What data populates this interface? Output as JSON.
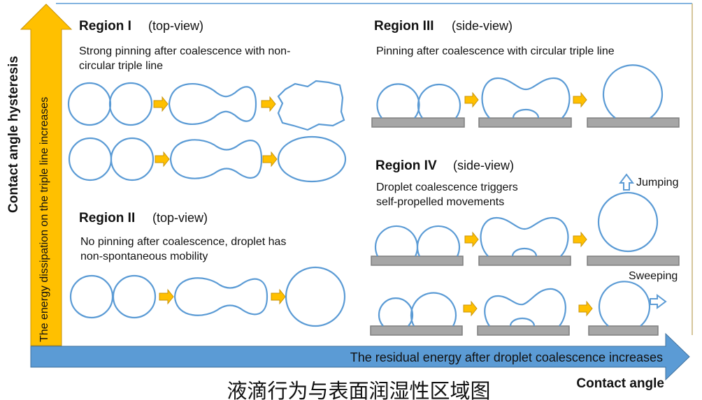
{
  "regions": {
    "r1": {
      "name": "Region I",
      "view": "(top-view)",
      "desc_line1": "Strong pinning after coalescence with non-",
      "desc_line2": "circular triple line"
    },
    "r2": {
      "name": "Region II",
      "view": "(top-view)",
      "desc_line1": "No pinning after coalescence, droplet has",
      "desc_line2": "non-spontaneous mobility"
    },
    "r3": {
      "name": "Region III",
      "view": "(side-view)",
      "desc_line1": "Pinning after coalescence with circular triple line"
    },
    "r4": {
      "name": "Region IV",
      "view": "(side-view)",
      "desc_line1": "Droplet coalescence triggers",
      "desc_line2": "self-propelled movements",
      "jumping": "Jumping",
      "sweeping": "Sweeping"
    }
  },
  "axes": {
    "y_arrow_text": "The energy dissipation on the triple line increases",
    "y_label": "Contact angle hysteresis",
    "x_arrow_text": "The residual energy after droplet coalescence increases",
    "x_label": "Contact angle"
  },
  "caption": "液滴行为与表面润湿性区域图",
  "colors": {
    "droplet": "#5b9bd5",
    "arrow": "#ffc000",
    "axis_arrow": "#5b9bd5",
    "substrate": "#a6a6a6"
  }
}
